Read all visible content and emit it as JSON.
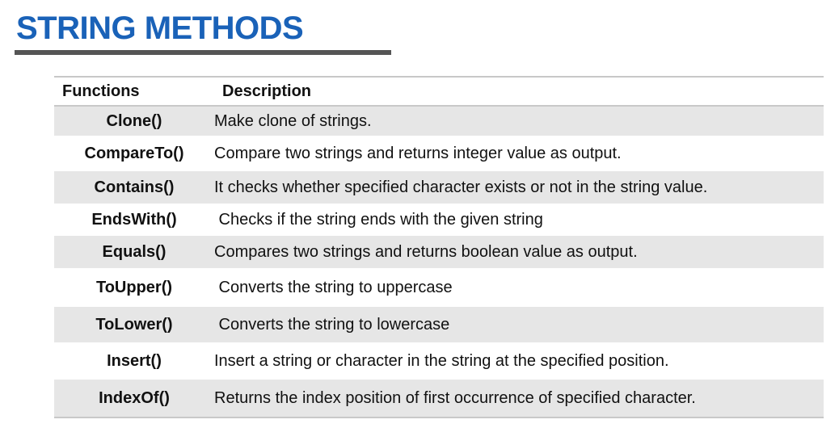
{
  "title": "STRING METHODS",
  "table": {
    "headers": {
      "functions": "Functions",
      "description": "Description"
    },
    "rows": [
      {
        "fn": "Clone()",
        "desc": "Make clone of strings."
      },
      {
        "fn": "CompareTo()",
        "desc": "Compare two strings and returns integer value as output."
      },
      {
        "fn": "Contains()",
        "desc": "It checks whether specified character exists or not in the string value."
      },
      {
        "fn": "EndsWith()",
        "desc": " Checks if the string ends with the given string"
      },
      {
        "fn": "Equals()",
        "desc": "Compares two strings and returns boolean value as output."
      },
      {
        "fn": "ToUpper()",
        "desc": " Converts the string to uppercase"
      },
      {
        "fn": "ToLower()",
        "desc": " Converts the string to lowercase"
      },
      {
        "fn": "Insert()",
        "desc": "Insert a string or character in the string at the specified position."
      },
      {
        "fn": "IndexOf()",
        "desc": "Returns the index position of first occurrence of specified character."
      }
    ]
  },
  "colors": {
    "title": "#1a62b8",
    "underline": "#555555",
    "row_shade": "#e6e6e6",
    "rule": "#c8c8c8"
  }
}
